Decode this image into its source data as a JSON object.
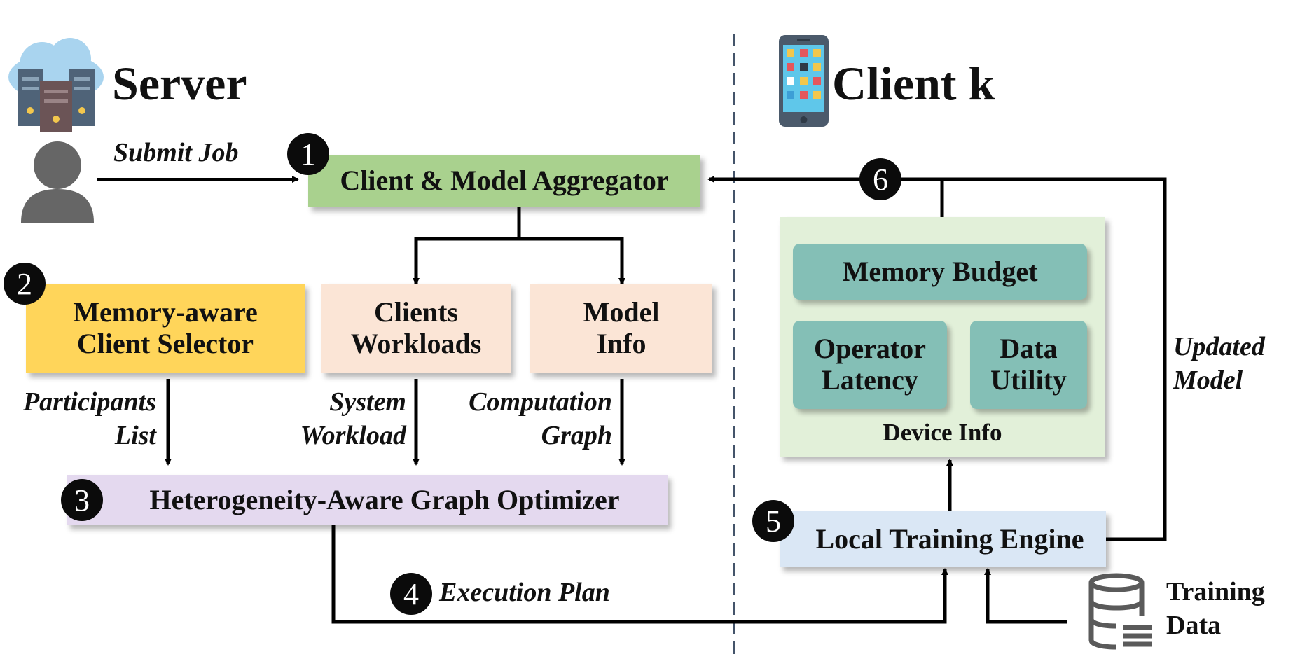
{
  "server": {
    "title": "Server",
    "icon": "server-cloud-icon"
  },
  "client": {
    "title": "Client k",
    "icon": "smartphone-icon"
  },
  "user_icon": "user-icon",
  "labels": {
    "submit_job": "Submit Job",
    "participants_list_1": "Participants",
    "participants_list_2": "List",
    "system_workload_1": "System",
    "system_workload_2": "Workload",
    "computation_graph_1": "Computation",
    "computation_graph_2": "Graph",
    "execution_plan": "Execution Plan",
    "updated_model_1": "Updated",
    "updated_model_2": "Model"
  },
  "boxes": {
    "aggregator": "Client & Model Aggregator",
    "selector_1": "Memory-aware",
    "selector_2": "Client Selector",
    "workloads_1": "Clients",
    "workloads_2": "Workloads",
    "model_info_1": "Model",
    "model_info_2": "Info",
    "optimizer": "Heterogeneity-Aware Graph Optimizer",
    "memory_budget": "Memory Budget",
    "operator_latency_1": "Operator",
    "operator_latency_2": "Latency",
    "data_utility_1": "Data",
    "data_utility_2": "Utility",
    "device_info": "Device Info",
    "local_engine": "Local Training Engine"
  },
  "training_data": {
    "line1": "Training",
    "line2": "Data",
    "icon": "database-icon"
  },
  "steps": [
    "1",
    "2",
    "3",
    "4",
    "5",
    "6"
  ],
  "colors": {
    "aggregator": "#a9d18e",
    "selector": "#ffd55a",
    "peach": "#fbe5d6",
    "optimizer": "#e4d9ef",
    "device_panel": "#e2f0d9",
    "teal": "#84bfb6",
    "engine": "#dae7f5",
    "divider": "#44546a"
  }
}
